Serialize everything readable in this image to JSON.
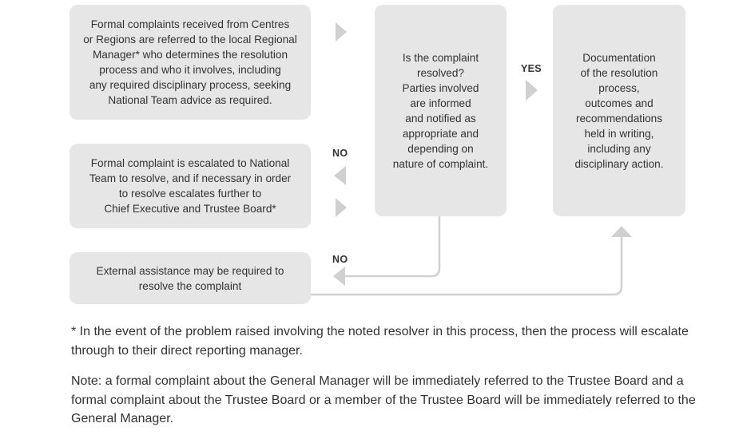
{
  "diagram": {
    "box_regional": {
      "lines": [
        "Formal complaints received from Centres",
        "or Regions are referred to the local Regional",
        "Manager* who determines the resolution",
        "process and who it involves, including",
        "any required disciplinary process, seeking",
        "National Team advice as required."
      ]
    },
    "box_national": {
      "lines": [
        "Formal complaint is escalated to National",
        "Team to resolve, and if necessary in order",
        "to resolve escalates further to",
        "Chief Executive and Trustee Board*"
      ]
    },
    "box_external": {
      "lines": [
        "External assistance may be required to",
        "resolve the complaint"
      ]
    },
    "box_resolved": {
      "lines": [
        "Is the complaint",
        "resolved?",
        "Parties involved",
        "are informed",
        "and notified as",
        "appropriate and",
        "depending on",
        "nature of complaint."
      ]
    },
    "box_documentation": {
      "lines": [
        "Documentation",
        "of the resolution",
        "process,",
        "outcomes and",
        "recommendations",
        "held in writing,",
        "including any",
        "disciplinary action."
      ]
    },
    "labels": {
      "yes": "YES",
      "no_upper": "NO",
      "no_lower": "NO"
    },
    "colors": {
      "box_fill": "#e6e6e6",
      "arrow": "#d0d0d0",
      "text": "#333333"
    }
  },
  "notes": {
    "footnote": "* In the event of the problem raised involving the noted resolver in this process, then the process will escalate through to their direct reporting manager.",
    "note": "Note: a formal complaint about the General Manager will be immediately referred to the Trustee Board and a formal complaint about the Trustee Board or a member of the Trustee Board will be immediately referred to the General Manager."
  }
}
